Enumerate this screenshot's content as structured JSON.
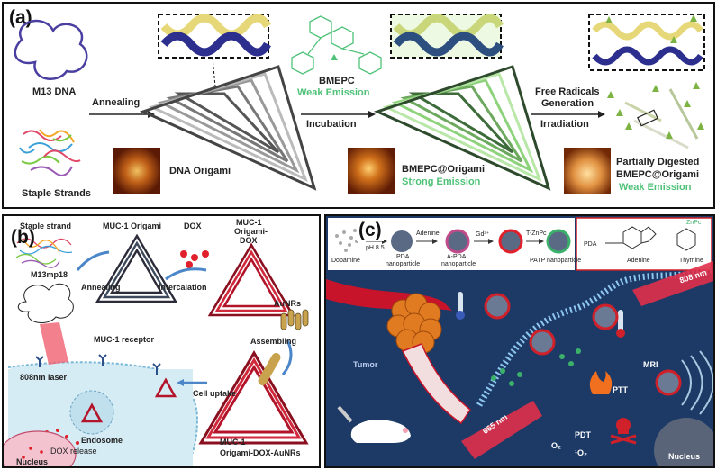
{
  "panel_a": {
    "label": "(a)",
    "m13_dna": "M13 DNA",
    "staple_strands": "Staple Strands",
    "annealing": "Annealing",
    "dna_origami": "DNA Origami",
    "bmepc": "BMEPC",
    "weak_emission": "Weak Emission",
    "incubation": "Incubation",
    "bmepc_origami": "BMEPC@Origami",
    "strong_emission": "Strong Emission",
    "free_radicals_1": "Free Radicals",
    "free_radicals_2": "Generation",
    "irradiation": "Irradiation",
    "partially_digested": "Partially Digested",
    "bmepc_origami_2": "BMEPC@Origami",
    "weak_emission_2": "Weak Emission"
  },
  "panel_b": {
    "label": "(b)",
    "staple_strand": "Staple strand",
    "m13mp18": "M13mp18",
    "annealing": "Annealing",
    "muc1_origami": "MUC-1 Origami",
    "dox": "DOX",
    "intercalation": "Intercalation",
    "muc1_origami_dox_1": "MUC-1",
    "muc1_origami_dox_2": "Origami-",
    "muc1_origami_dox_3": "DOX",
    "aunrs": "AuNRs",
    "assembling": "Assembling",
    "muc1_receptor": "MUC-1 receptor",
    "laser_808": "808nm laser",
    "cell_uptake": "Cell uptake",
    "endosome": "Endosome",
    "dox_release": "DOX release",
    "nucleus": "Nucleus",
    "final_1": "MUC-1",
    "final_2": "Origami-DOX-AuNRs"
  },
  "panel_c": {
    "label": "(c)",
    "dopamine": "Dopamine",
    "ph": "pH 8.5",
    "pda_np_1": "PDA",
    "pda_np_2": "nanoparticle",
    "adenine": "Adenine",
    "apda_1": "A-PDA",
    "apda_2": "nanoparticle",
    "gd": "Gd³⁺",
    "tznpc": "T-ZnPc",
    "patp": "PATP nanoparticle",
    "pda": "PDA",
    "adenine_s": "Adenine",
    "thymine": "Thymine",
    "znpc": "ZnPc",
    "tumor": "Tumor",
    "nm808": "808 nm",
    "mri": "MRI",
    "ptt": "PTT",
    "nm665": "665 nm",
    "pdt": "PDT",
    "o2": "O₂",
    "o2s": "¹O₂",
    "nucleus": "Nucleus"
  },
  "colors": {
    "origami_dark": "#3a3a3a",
    "green_emission": "#4fc278",
    "red_origami": "#b3142a",
    "tumor_orange": "#e07b22",
    "panel_c_bg": "#1d3a67"
  }
}
